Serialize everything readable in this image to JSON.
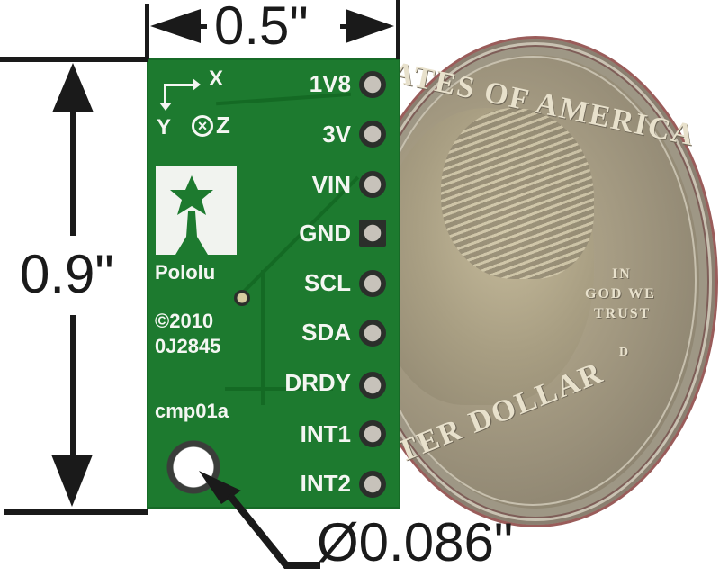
{
  "dimensions": {
    "width_label": "0.5\"",
    "height_label": "0.9\"",
    "hole_label": "Ø0.086\""
  },
  "board": {
    "axes": {
      "x": "X",
      "y": "Y",
      "z": "Z"
    },
    "brand": "Pololu",
    "copyright": "©2010",
    "part_code": "0J2845",
    "board_id": "cmp01a",
    "pins": [
      "1V8",
      "3V",
      "VIN",
      "GND",
      "SCL",
      "SDA",
      "DRDY",
      "INT1",
      "INT2"
    ]
  },
  "coin": {
    "top_text": "ATES OF AMERICA",
    "motto_line1": "IN",
    "motto_line2": "GOD WE",
    "motto_line3": "TRUST",
    "mint_mark": "D",
    "bottom_text": "TER DOLLAR"
  },
  "colors": {
    "pcb_green": "#1d7a2f",
    "silkscreen": "#f4f6f2",
    "dimension_ink": "#1a1a1a"
  }
}
